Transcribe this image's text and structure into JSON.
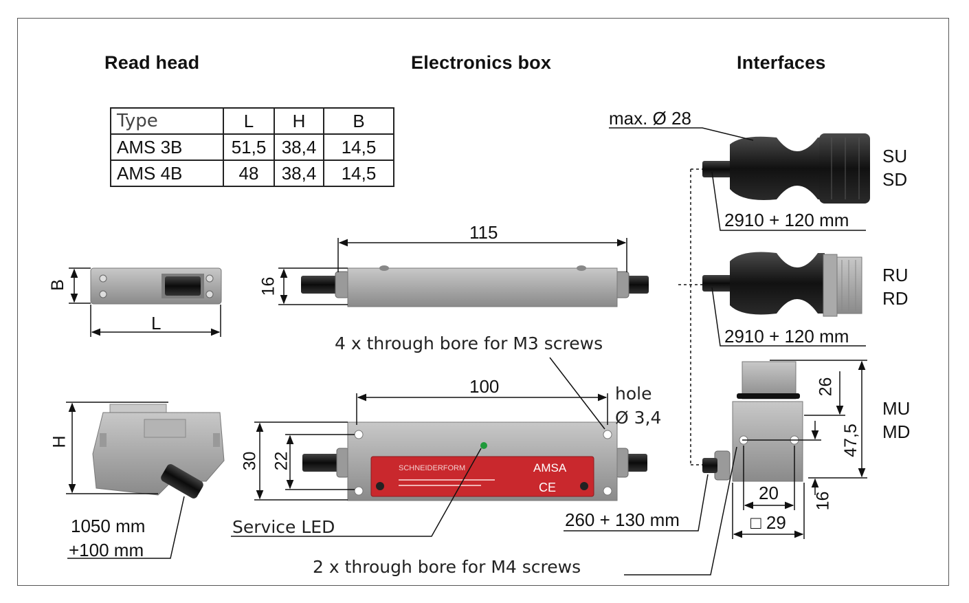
{
  "headings": {
    "read_head": "Read head",
    "electronics_box": "Electronics box",
    "interfaces": "Interfaces"
  },
  "table": {
    "headers": [
      "Type",
      "L",
      "H",
      "B"
    ],
    "rows": [
      [
        "AMS 3B",
        "51,5",
        "38,4",
        "14,5"
      ],
      [
        "AMS 4B",
        "48",
        "38,4",
        "14,5"
      ]
    ]
  },
  "read_head": {
    "dim_b": "B",
    "dim_l": "L",
    "dim_h": "H",
    "cable_line1": "1050 mm",
    "cable_line2": "+100 mm"
  },
  "electronics_box": {
    "dim_length_top": "115",
    "dim_height_top": "16",
    "bore_m3": "4 x through bore for M3 screws",
    "dim_hole_spacing": "100",
    "hole_label1": "hole",
    "hole_label2": "Ø 3,4",
    "dim_height_front": "30",
    "dim_hole_vertical": "22",
    "label_brand": "SCHNEIDERFORM",
    "label_model": "AMSA",
    "label_ce": "CE",
    "service_led": "Service LED",
    "bore_m4": "2 x through bore for M4 screws",
    "label_color": "#c9282d",
    "led_color": "#1f9a3a"
  },
  "interfaces": {
    "max_diameter": "max. Ø 28",
    "su": "SU",
    "sd": "SD",
    "cable_su": "2910 + 120 mm",
    "ru": "RU",
    "rd": "RD",
    "cable_ru": "2910 + 120 mm",
    "mu": "MU",
    "md": "MD",
    "dim_26": "26",
    "dim_47_5": "47,5",
    "dim_20": "20",
    "dim_16": "16",
    "dim_square": "□ 29",
    "cable_mu": "260 + 130 mm"
  }
}
